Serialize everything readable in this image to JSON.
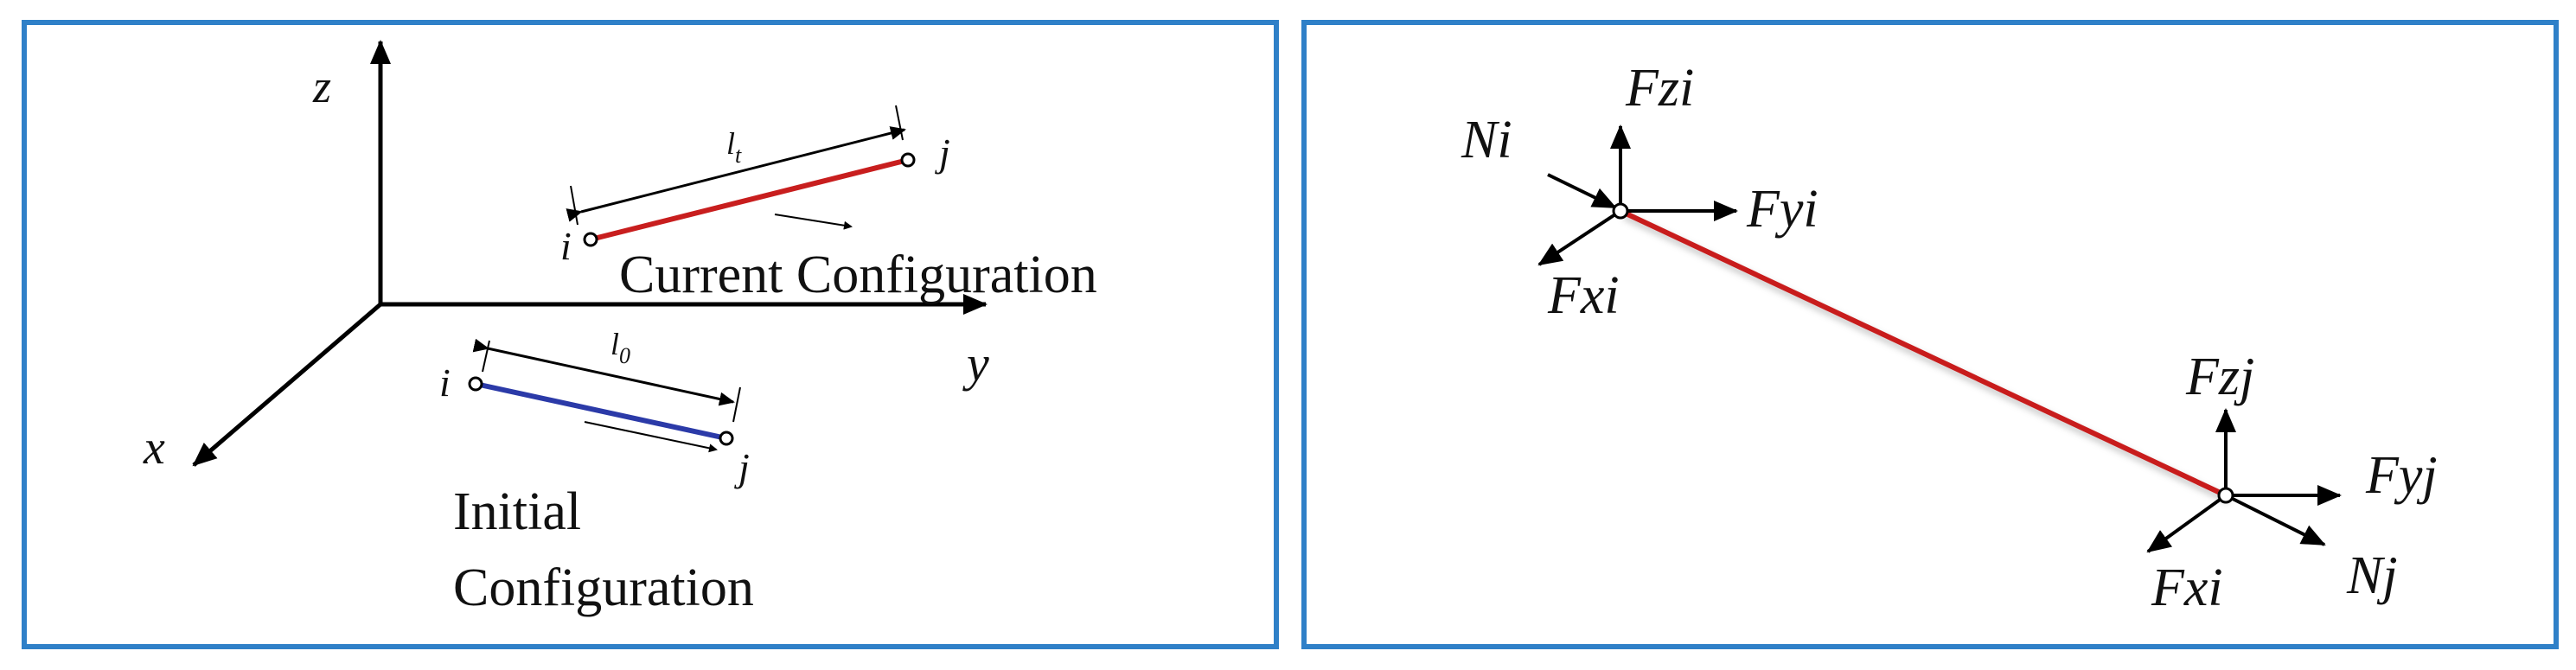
{
  "colors": {
    "frame": "#2f80c8",
    "axis": "#000000",
    "current_element": "#c81e1e",
    "initial_element": "#2b3aa8",
    "loaded_element": "#c81e1e"
  },
  "left_panel": {
    "axes": {
      "z": "z",
      "y": "y",
      "x": "x"
    },
    "current": {
      "node_i": "i",
      "node_j": "j",
      "length": "l",
      "length_sub": "t",
      "label": "Current Configuration"
    },
    "initial": {
      "node_i": "i",
      "node_j": "j",
      "length": "l",
      "length_sub": "0",
      "label_line1": "Initial",
      "label_line2": "Configuration"
    }
  },
  "right_panel": {
    "node_i": {
      "fz": "Fzi",
      "fy": "Fyi",
      "fx": "Fxi",
      "n": "Ni"
    },
    "node_j": {
      "fz": "Fzj",
      "fy": "Fyj",
      "fx": "Fxi",
      "n": "Nj"
    }
  }
}
